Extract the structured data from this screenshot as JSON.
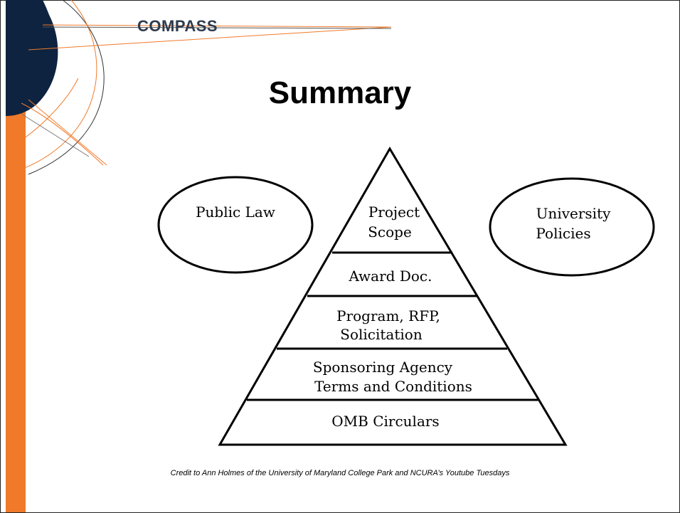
{
  "header": {
    "brand": "COMPASS"
  },
  "slide": {
    "title": "Summary",
    "credit": "Credit to Ann Holmes of the University of Maryland College Park and NCURA’s Youtube Tuesdays"
  },
  "diagram": {
    "left_oval": {
      "label": "Public Law"
    },
    "right_oval": {
      "line1": "University",
      "line2": "Policies"
    },
    "pyramid": {
      "levels": [
        {
          "line1": "Project",
          "line2": "Scope"
        },
        {
          "line1": "Award Doc."
        },
        {
          "line1": "Program, RFP,",
          "line2": "Solicitation"
        },
        {
          "line1": "Sponsoring Agency",
          "line2": "Terms and Conditions"
        },
        {
          "line1": "OMB Circulars"
        }
      ]
    }
  },
  "colors": {
    "navy": "#0d2340",
    "orange": "#f07a2a",
    "brand_text": "#2e3b4e"
  }
}
